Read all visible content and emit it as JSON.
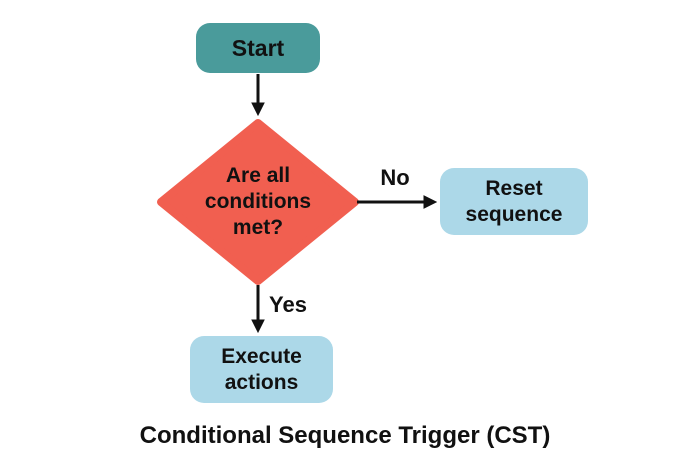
{
  "diagram": {
    "caption": "Conditional Sequence Trigger (CST)",
    "nodes": {
      "start": {
        "label": "Start",
        "type": "start",
        "color": "#4A9B9B"
      },
      "decision": {
        "label": "Are all conditions met?",
        "type": "decision",
        "color": "#F15F50"
      },
      "reset": {
        "label": "Reset sequence",
        "type": "process",
        "color": "#ACD8E8"
      },
      "execute": {
        "label": "Execute actions",
        "type": "process",
        "color": "#ACD8E8"
      }
    },
    "edges": {
      "start_to_decision": {
        "label": ""
      },
      "decision_to_reset": {
        "label": "No"
      },
      "decision_to_execute": {
        "label": "Yes"
      }
    },
    "colors": {
      "arrow": "#111111",
      "text": "#111111",
      "background": "#FFFFFF"
    }
  }
}
